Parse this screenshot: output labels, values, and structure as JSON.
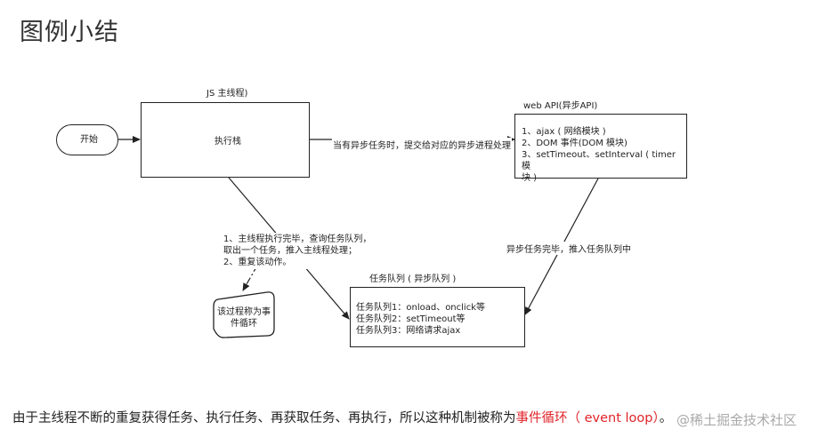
{
  "title": "图例小结",
  "nodes": {
    "start": "开始",
    "exec_stack": "执行栈",
    "js_main_caption": "JS 主线程)",
    "webapi_caption": "web API(异步API)",
    "webapi_items": [
      "1、ajax ( 网络模块 )",
      "2、DOM 事件(DOM 模块)",
      "3、setTimeout、setInterval ( timer 模",
      "块 )"
    ],
    "queue_caption": "任务队列 ( 异步队列 )",
    "queue_items": [
      "任务队列1：onload、onclick等",
      "任务队列2：setTimeout等",
      "任务队列3：网络请求ajax"
    ],
    "loop_lines": [
      "该过程称为事",
      "件循环"
    ]
  },
  "edges": {
    "to_webapi": "当有异步任务时，提交给对应的异步进程处理",
    "webapi_to_queue": "异步任务完毕，推入任务队列中",
    "main_note": [
      "1、主线程执行完毕，查询任务队列，",
      "取出一个任务，推入主线程处理；",
      "2、重复该动作。"
    ]
  },
  "bottom": {
    "prefix": "由于主线程不断的重复获得任务、执行任务、再获取任务、再执行，所以这种机制被称为",
    "highlight": "事件循环（ event loop）",
    "suffix": "。"
  },
  "watermark": "@稀土掘金技术社区",
  "colors": {
    "highlight": "#e0242a",
    "line": "#222222"
  }
}
